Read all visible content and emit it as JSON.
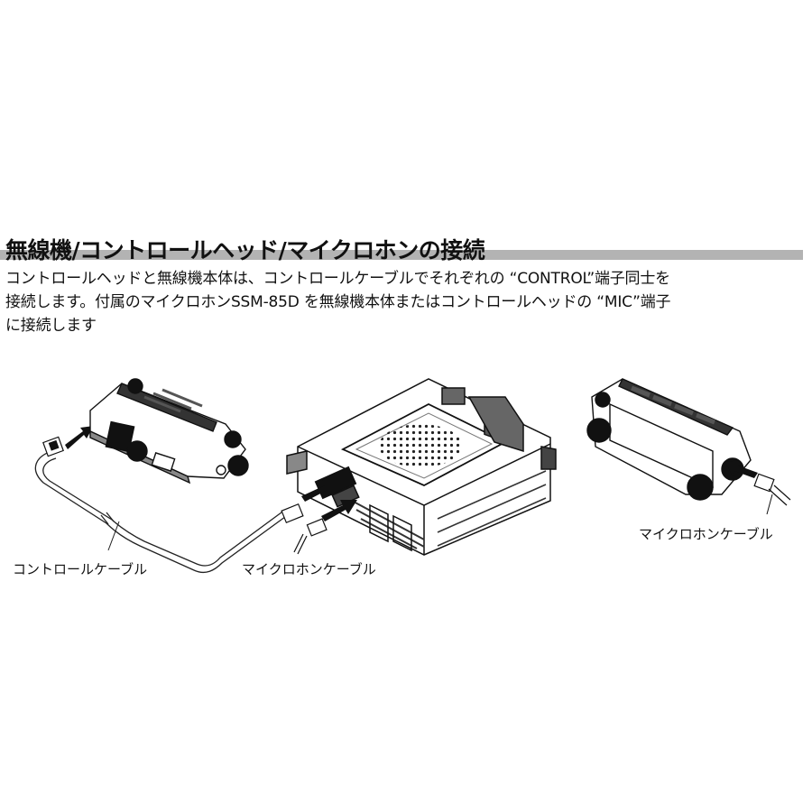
{
  "heading": "無線機/コントロールヘッド/マイクロホンの接続",
  "body": {
    "line1": "コントロールヘッドと無線機本体は、コントロールケーブルでそれぞれの “CONTROL”端子同士を",
    "line2": "接続します。付属のマイクロホンSSM-85D を無線機本体またはコントロールヘッドの “MIC”端子",
    "line3": "に接続します"
  },
  "labels": {
    "control_cable": "コントロールケーブル",
    "mic_cable_left": "マイクロホンケーブル",
    "mic_cable_right": "マイクロホンケーブル"
  },
  "icons": [
    "control-head-icon",
    "radio-body-icon",
    "speaker-grille-icon",
    "connector-icon",
    "arrow-icon"
  ]
}
